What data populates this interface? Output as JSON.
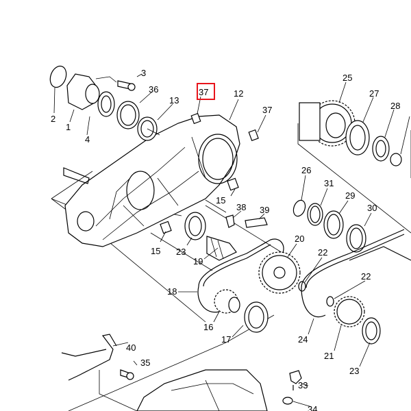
{
  "diagram": {
    "highlight_color": "#e8141b",
    "highlighted_part": "37",
    "labels": [
      "1",
      "2",
      "3",
      "4",
      "36",
      "13",
      "37",
      "12",
      "37",
      "25",
      "27",
      "28",
      "26",
      "31",
      "29",
      "30",
      "15",
      "38",
      "39",
      "15",
      "23",
      "19",
      "20",
      "22",
      "22",
      "18",
      "16",
      "17",
      "24",
      "21",
      "23",
      "40",
      "35",
      "33",
      "34"
    ]
  }
}
